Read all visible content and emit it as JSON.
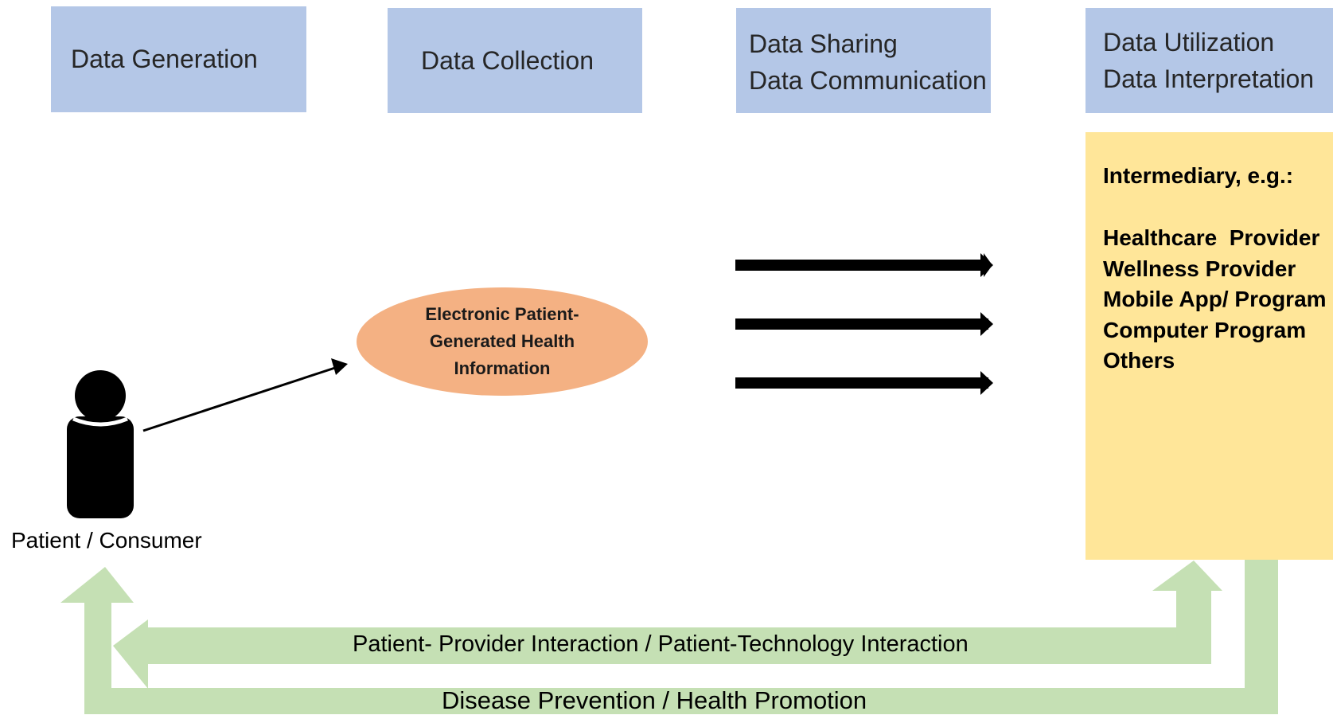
{
  "stages": [
    {
      "lines": [
        "Data Generation"
      ]
    },
    {
      "lines": [
        "Data Collection"
      ]
    },
    {
      "lines": [
        "Data Sharing",
        "Data Communication"
      ]
    },
    {
      "lines": [
        "Data Utilization",
        "Data Interpretation"
      ]
    }
  ],
  "ehr": {
    "lines": [
      "Electronic Patient-",
      "Generated Health",
      "Information"
    ]
  },
  "patient": {
    "label": "Patient / Consumer"
  },
  "intermediary": {
    "title": "Intermediary, e.g.:",
    "items": [
      "Healthcare  Provider",
      "Wellness Provider",
      "Mobile App/ Program",
      "Computer Program",
      "Others"
    ]
  },
  "feedback": {
    "interaction_label": "Patient- Provider Interaction / Patient-Technology Interaction",
    "prevention_label": "Disease Prevention / Health Promotion"
  },
  "colors": {
    "stage_fill": "#b4c7e7",
    "ellipse_fill": "#f4b183",
    "intermediary_fill": "#ffe699",
    "feedback_fill": "#c5e0b4"
  }
}
